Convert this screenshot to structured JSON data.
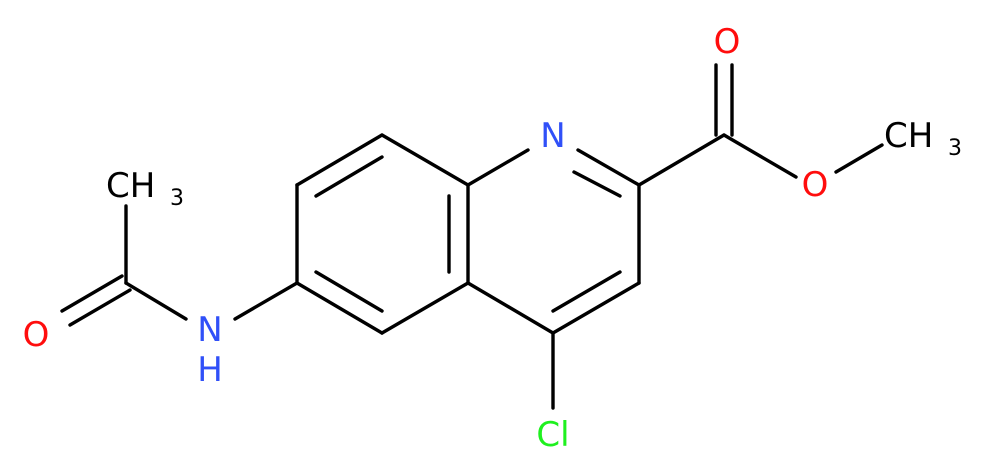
{
  "molecule": {
    "colors": {
      "bond": "#000000",
      "carbon": "#000000",
      "nitrogen": "#3050F8",
      "oxygen": "#FF0D0D",
      "chlorine": "#1FF01F"
    },
    "labels": {
      "n_ring": "N",
      "n_amide": "N",
      "h_amide": "H",
      "o_carbonyl_ester": "O",
      "o_ether_ester": "O",
      "ch3_ester": "CH",
      "ch3_ester_sub": "3",
      "ch3_acetyl": "CH",
      "ch3_acetyl_sub": "3",
      "o_acetyl": "O",
      "cl": "Cl"
    }
  }
}
